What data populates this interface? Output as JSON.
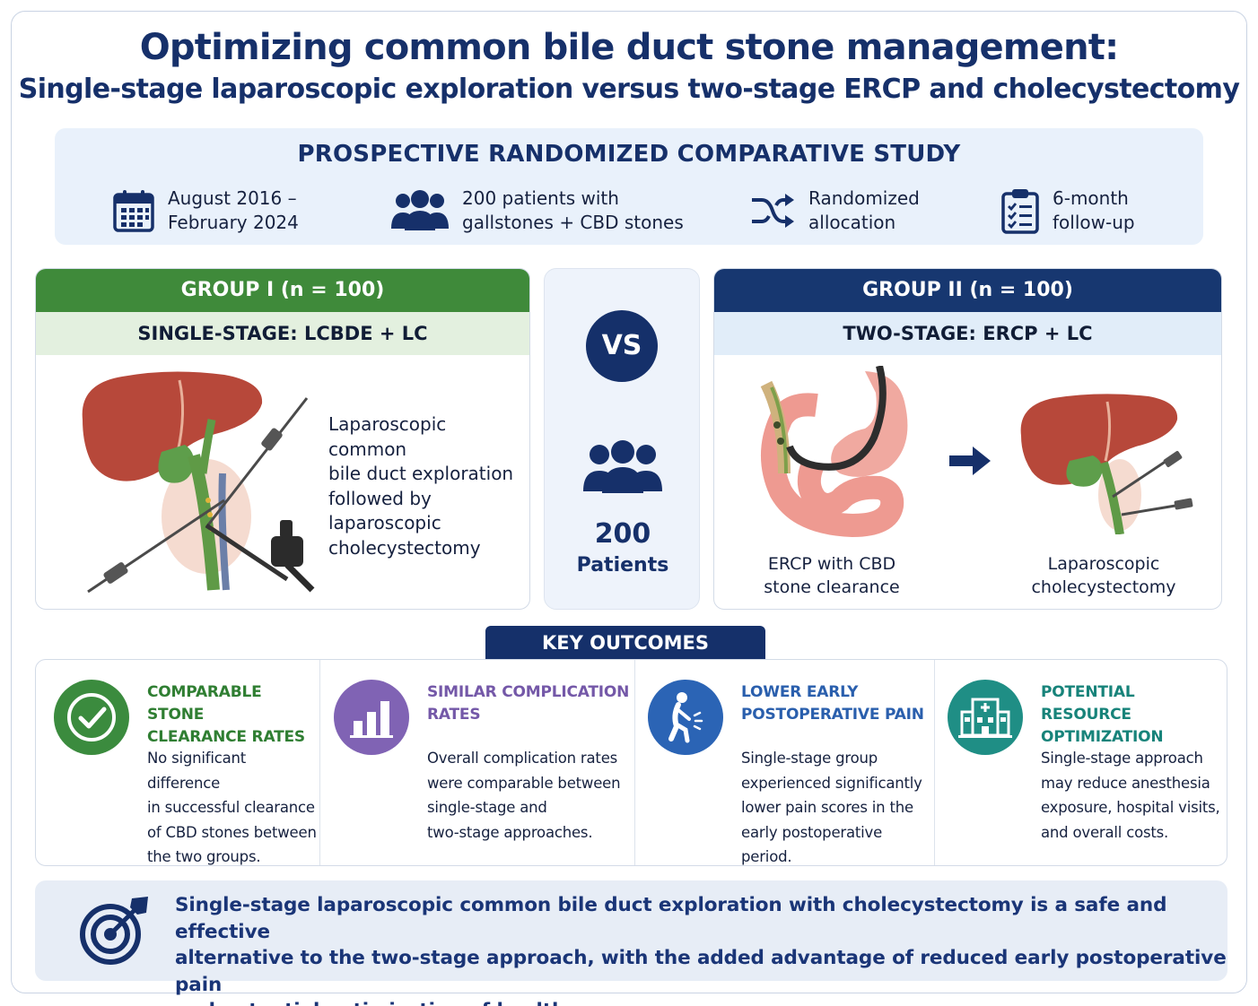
{
  "header": {
    "title": "Optimizing common bile duct stone management:",
    "subtitle": "Single-stage laparoscopic exploration versus two-stage ERCP and cholecystectomy"
  },
  "study": {
    "title": "PROSPECTIVE RANDOMIZED COMPARATIVE STUDY",
    "items": [
      {
        "icon": "calendar-icon",
        "text": "August 2016 –\nFebruary 2024"
      },
      {
        "icon": "people-icon",
        "text": "200 patients with\ngallstones + CBD stones"
      },
      {
        "icon": "shuffle-icon",
        "text": "Randomized\nallocation"
      },
      {
        "icon": "clipboard-icon",
        "text": "6-month\nfollow-up"
      }
    ]
  },
  "group1": {
    "header": "GROUP I (n = 100)",
    "subheader": "SINGLE-STAGE: LCBDE + LC",
    "description": "Laparoscopic common\nbile duct exploration\nfollowed by\nlaparoscopic\ncholecystectomy"
  },
  "center": {
    "vs": "VS",
    "count": "200",
    "label": "Patients"
  },
  "group2": {
    "header": "GROUP II (n = 100)",
    "subheader": "TWO-STAGE: ERCP + LC",
    "caption_left": "ERCP with CBD\nstone clearance",
    "caption_right": "Laparoscopic\ncholecystectomy"
  },
  "outcomes": {
    "title": "KEY OUTCOMES",
    "items": [
      {
        "icon": "check-circle-icon",
        "color": "#3b8b3e",
        "heading": "COMPARABLE STONE\nCLEARANCE RATES",
        "body": "No significant difference\nin successful clearance\nof CBD stones between\nthe two groups."
      },
      {
        "icon": "bar-chart-icon",
        "color": "#8063b4",
        "heading": "SIMILAR COMPLICATION\nRATES",
        "body": "Overall complication rates\nwere comparable between\nsingle-stage and\ntwo-stage approaches."
      },
      {
        "icon": "pain-icon",
        "color": "#2b64b5",
        "heading": "LOWER EARLY\nPOSTOPERATIVE PAIN",
        "body": "Single-stage group\nexperienced significantly\nlower pain scores in the\nearly postoperative period."
      },
      {
        "icon": "hospital-icon",
        "color": "#1f8e85",
        "heading": "POTENTIAL RESOURCE\nOPTIMIZATION",
        "body": "Single-stage approach\nmay reduce anesthesia\nexposure, hospital visits,\nand overall costs."
      }
    ]
  },
  "conclusion": {
    "icon": "target-icon",
    "text": "Single-stage laparoscopic common bile duct exploration with cholecystectomy is a safe and effective\nalternative to the two-stage approach, with the added advantage of reduced early postoperative pain\nand potential optimization of healthcare resources."
  }
}
